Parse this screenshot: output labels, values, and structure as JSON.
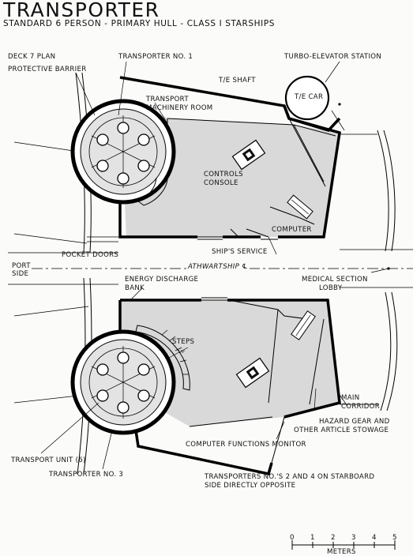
{
  "header": {
    "title": "TRANSPORTER",
    "subtitle": "STANDARD 6 PERSON - PRIMARY HULL - CLASS I STARSHIPS"
  },
  "labels": {
    "deck_plan": "DECK 7 PLAN",
    "protective_barrier": "PROTECTIVE BARRIER",
    "transporter_no1": "TRANSPORTER NO. 1",
    "turbo_elevator_station": "TURBO-ELEVATOR STATION",
    "te_shaft": "T/E SHAFT",
    "te_car": "T/E CAR",
    "machinery_room_1": "TRANSPORT",
    "machinery_room_2": "MACHINERY ROOM",
    "controls_console_1": "CONTROLS",
    "controls_console_2": "CONSOLE",
    "computer": "COMPUTER",
    "pocket_doors": "POCKET DOORS",
    "ships_service": "SHIP'S SERVICE",
    "port_side_1": "PORT",
    "port_side_2": "SIDE",
    "athwartship": "ATHWARTSHIP ℄",
    "energy_discharge_1": "ENERGY DISCHARGE",
    "energy_discharge_2": "BANK",
    "medical_section_1": "MEDICAL SECTION",
    "medical_section_2": "LOBBY",
    "steps": "STEPS",
    "steps_up": "UP",
    "main_corridor_1": "MAIN",
    "main_corridor_2": "CORRIDOR",
    "hazard_gear_1": "HAZARD GEAR AND",
    "hazard_gear_2": "OTHER ARTICLE STOWAGE",
    "computer_functions_monitor": "COMPUTER FUNCTIONS MONITOR",
    "transport_unit": "TRANSPORT UNIT (6)",
    "transporter_no3": "TRANSPORTER NO. 3",
    "note_1": "TRANSPORTERS NO.'S 2 AND 4 ON STARBOARD",
    "note_2": "SIDE DIRECTLY OPPOSITE"
  },
  "scale": {
    "ticks": [
      "0",
      "1",
      "2",
      "3",
      "4",
      "5"
    ],
    "unit": "METERS"
  }
}
